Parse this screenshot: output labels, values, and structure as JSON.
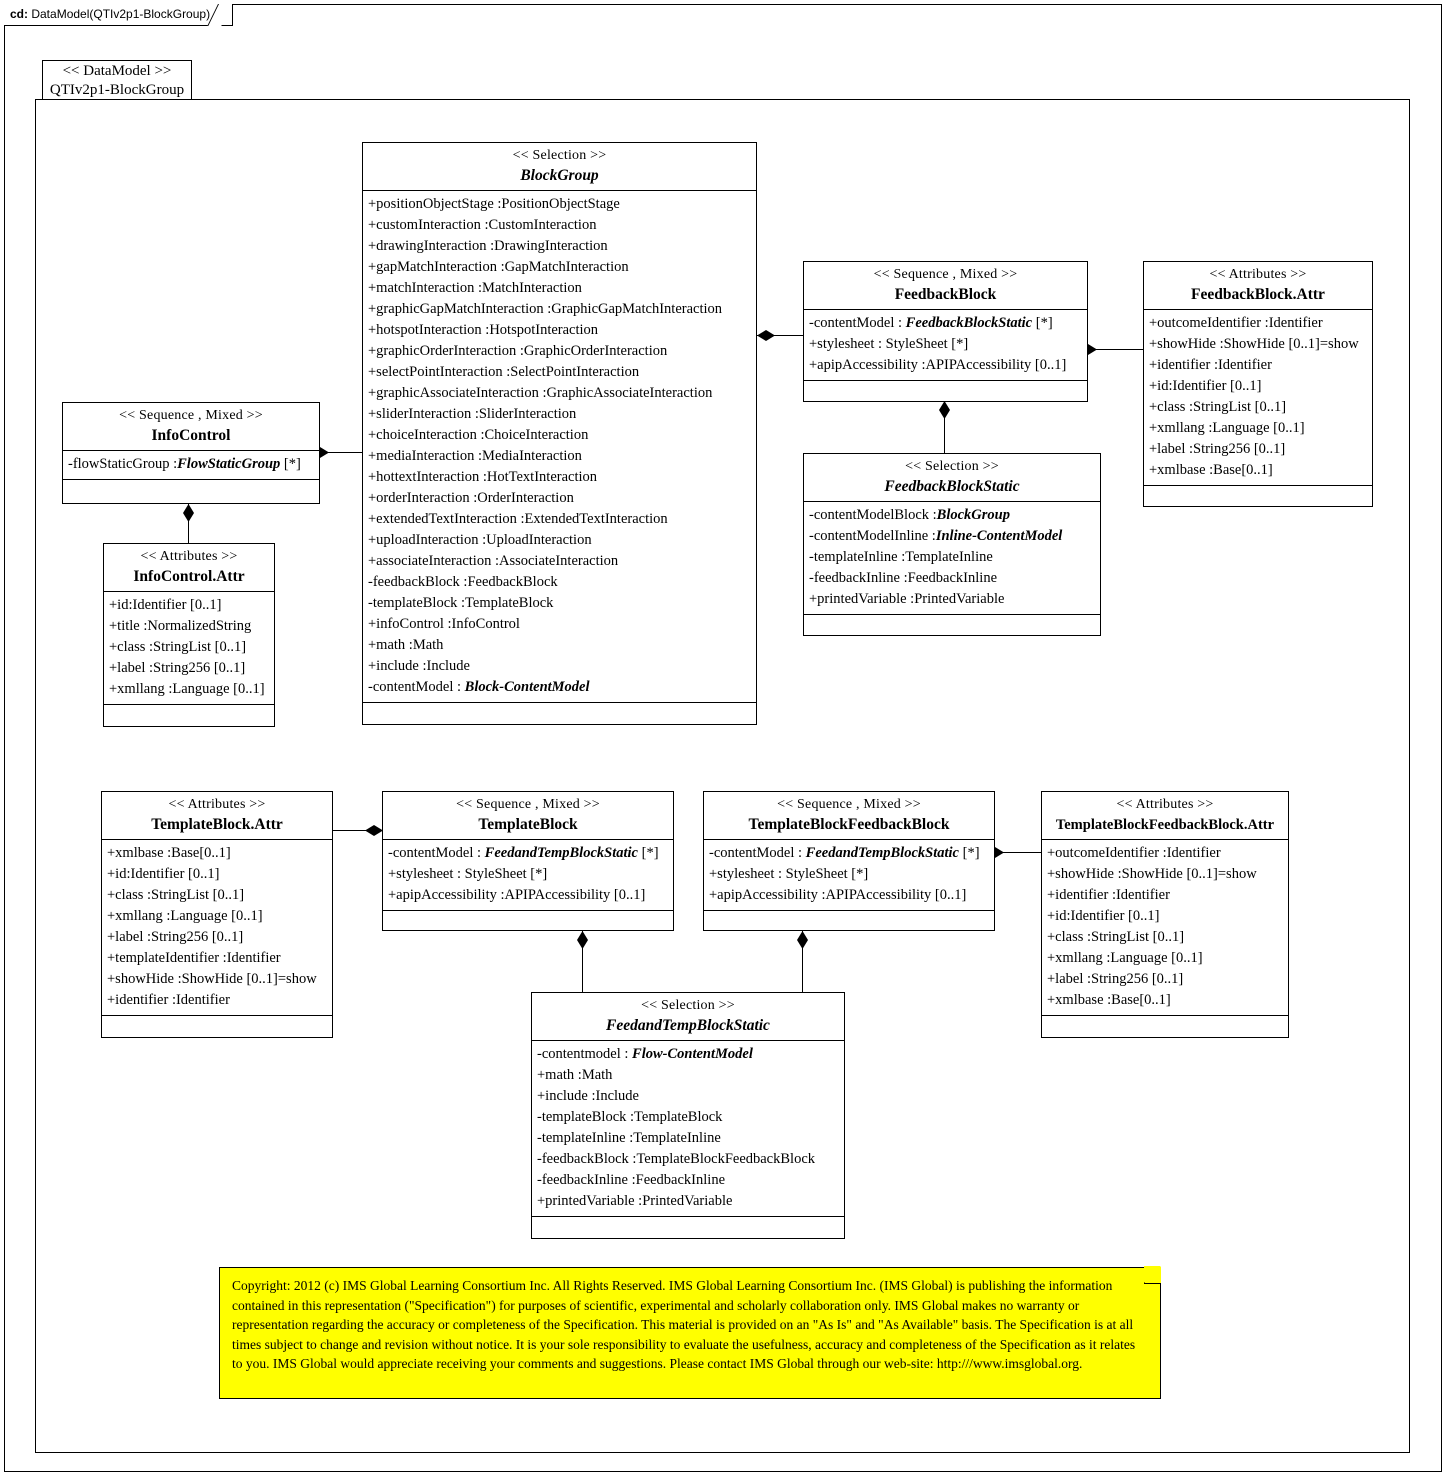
{
  "frame": {
    "keyword": "cd:",
    "title": "DataModel(QTIv2p1-BlockGroup)"
  },
  "package": {
    "stereotype": "<< DataModel >>",
    "name": "QTIv2p1-BlockGroup"
  },
  "classes": {
    "block_group": {
      "stereotype": "<< Selection >>",
      "name": "BlockGroup",
      "attributes": [
        "+positionObjectStage  :PositionObjectStage",
        "+customInteraction  :CustomInteraction",
        "+drawingInteraction  :DrawingInteraction",
        "+gapMatchInteraction  :GapMatchInteraction",
        "+matchInteraction  :MatchInteraction",
        "+graphicGapMatchInteraction   :GraphicGapMatchInteraction",
        "+hotspotInteraction  :HotspotInteraction",
        "+graphicOrderInteraction   :GraphicOrderInteraction",
        "+selectPointInteraction   :SelectPointInteraction",
        "+graphicAssociateInteraction   :GraphicAssociateInteraction",
        "+sliderInteraction  :SliderInteraction",
        "+choiceInteraction  :ChoiceInteraction",
        "+mediaInteraction  :MediaInteraction",
        "+hottextInteraction  :HotTextInteraction",
        "+orderInteraction  :OrderInteraction",
        "+extendedTextInteraction   :ExtendedTextInteraction",
        "+uploadInteraction  :UploadInteraction",
        "+associateInteraction  :AssociateInteraction",
        "-feedbackBlock :FeedbackBlock",
        "-templateBlock  :TemplateBlock",
        "+infoControl :InfoControl",
        "+math :Math",
        "+include :Include",
        "-contentModel : Block-ContentModel"
      ]
    },
    "info_control": {
      "stereotype": "<< Sequence , Mixed >>",
      "name": "InfoControl",
      "attributes": [
        "-flowStaticGroup  :FlowStaticGroup [*]"
      ]
    },
    "info_control_attr": {
      "stereotype": "<< Attributes >>",
      "name": "InfoControl.Attr",
      "attributes": [
        "+id:Identifier [0..1]",
        "+title :NormalizedString",
        "+class :StringList [0..1]",
        "+label :String256 [0..1]",
        "+xmllang  :Language [0..1]"
      ]
    },
    "feedback_block": {
      "stereotype": "<< Sequence , Mixed >>",
      "name": "FeedbackBlock",
      "attributes": [
        "-contentModel : FeedbackBlockStatic [*]",
        "+stylesheet : StyleSheet [*]",
        "+apipAccessibility  :APIPAccessibility  [0..1]"
      ]
    },
    "feedback_block_attr": {
      "stereotype": "<< Attributes >>",
      "name": "FeedbackBlock.Attr",
      "attributes": [
        "+outcomeIdentifier  :Identifier",
        "+showHide :ShowHide [0..1]=show",
        "+identifier  :Identifier",
        "+id:Identifier [0..1]",
        "+class :StringList [0..1]",
        "+xmllang  :Language [0..1]",
        "+label :String256 [0..1]",
        "+xmlbase :Base[0..1]"
      ]
    },
    "feedback_block_static": {
      "stereotype": "<< Selection >>",
      "name": "FeedbackBlockStatic",
      "attributes": [
        "-contentModelBlock  :BlockGroup",
        "-contentModelInline   :Inline-ContentModel",
        "-templateInline  :TemplateInline",
        "-feedbackInline  :FeedbackInline",
        "+printedVariable  :PrintedVariable"
      ]
    },
    "template_block_attr": {
      "stereotype": "<< Attributes >>",
      "name": "TemplateBlock.Attr",
      "attributes": [
        "+xmlbase :Base[0..1]",
        "+id:Identifier [0..1]",
        "+class :StringList [0..1]",
        "+xmllang  :Language [0..1]",
        "+label :String256 [0..1]",
        "+templateIdentifier   :Identifier",
        "+showHide :ShowHide [0..1]=show",
        "+identifier  :Identifier"
      ]
    },
    "template_block": {
      "stereotype": "<< Sequence , Mixed >>",
      "name": "TemplateBlock",
      "attributes": [
        "-contentModel : FeedandTempBlockStatic [*]",
        "+stylesheet : StyleSheet [*]",
        "+apipAccessibility  :APIPAccessibility  [0..1]"
      ]
    },
    "template_block_feedback_block": {
      "stereotype": "<< Sequence , Mixed >>",
      "name": "TemplateBlockFeedbackBlock",
      "attributes": [
        "-contentModel : FeedandTempBlockStatic [*]",
        "+stylesheet : StyleSheet [*]",
        "+apipAccessibility  :APIPAccessibility  [0..1]"
      ]
    },
    "template_block_feedback_block_attr": {
      "stereotype": "<< Attributes >>",
      "name": "TemplateBlockFeedbackBlock.Attr",
      "attributes": [
        "+outcomeIdentifier  :Identifier",
        "+showHide :ShowHide [0..1]=show",
        "+identifier  :Identifier",
        "+id:Identifier [0..1]",
        "+class :StringList [0..1]",
        "+xmllang  :Language [0..1]",
        "+label :String256 [0..1]",
        "+xmlbase :Base[0..1]"
      ]
    },
    "feed_and_temp_block_static": {
      "stereotype": "<< Selection >>",
      "name": "FeedandTempBlockStatic",
      "attributes": [
        "-contentmodel : Flow-ContentModel",
        "+math :Math",
        "+include :Include",
        "-templateBlock  :TemplateBlock",
        "-templateInline   :TemplateInline",
        "-feedbackBlock :TemplateBlockFeedbackBlock",
        "-feedbackInline  :FeedbackInline",
        "+printedVariable  :PrintedVariable"
      ]
    }
  },
  "note": {
    "background_color": "#ffff00",
    "text": "Copyright: 2012 (c) IMS Global Learning Consortium Inc.  All Rights Reserved.  IMS Global Learning Consortium Inc. (IMS Global) is publishing the information contained in this representation (\"Specification\") for purposes of scientific, experimental and scholarly collaboration only.  IMS Global makes no warranty or representation regarding the accuracy or completeness of the Specification.  This material is provided on an \"As Is\" and \"As Available\" basis.  The Specification is at all times subject to change and revision without notice.  It is your sole responsibility to evaluate the usefulness, accuracy and completeness of the Specification as it relates to you.  IMS Global would appreciate receiving your comments and suggestions.  Please contact IMS Global through our web-site: http:///www.imsglobal.org."
  }
}
